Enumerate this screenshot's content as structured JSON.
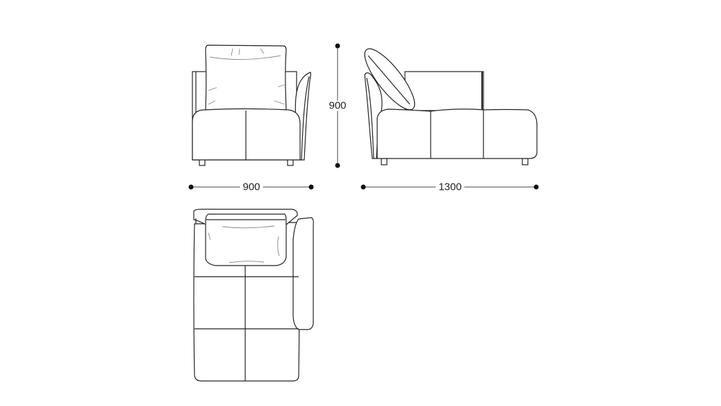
{
  "dimensions": {
    "front_width": "900",
    "height": "900",
    "side_depth": "1300"
  },
  "colors": {
    "line": "#222222",
    "background": "#ffffff"
  }
}
